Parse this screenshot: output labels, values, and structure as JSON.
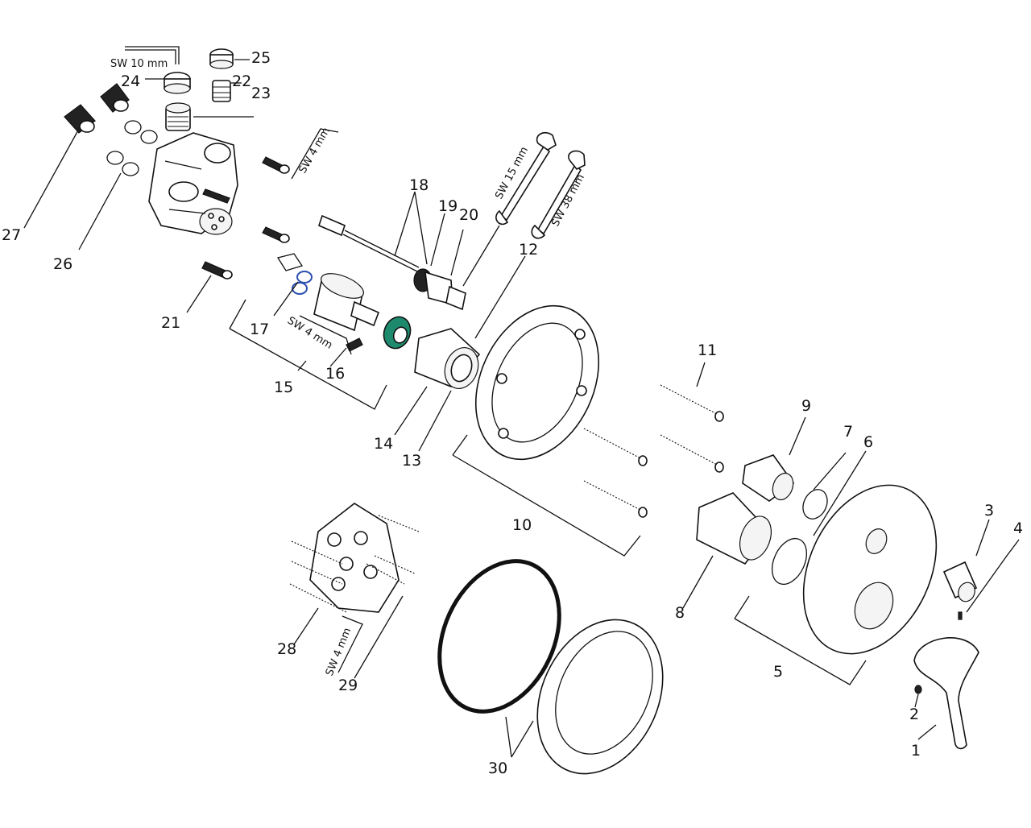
{
  "colors": {
    "line": "#111111",
    "oring_blue": "#2b4fb0",
    "cartridge_nut_green": "#1d8a6e",
    "background": "#ffffff"
  },
  "part_labels": {
    "p1": "1",
    "p2": "2",
    "p3": "3",
    "p4": "4",
    "p5": "5",
    "p6": "6",
    "p7": "7",
    "p8": "8",
    "p9": "9",
    "p10": "10",
    "p11": "11",
    "p12": "12",
    "p13": "13",
    "p14": "14",
    "p15": "15",
    "p16": "16",
    "p17": "17",
    "p18": "18",
    "p19": "19",
    "p20": "20",
    "p21": "21",
    "p22": "22",
    "p23": "23",
    "p24": "24",
    "p25": "25",
    "p26": "26",
    "p27": "27",
    "p28": "28",
    "p29": "29",
    "p30": "30"
  },
  "tool_labels": {
    "sw10": "SW 10 mm",
    "sw4_top": "SW 4 mm",
    "sw4_mid": "SW 4 mm",
    "sw4_bottom": "SW 4 mm",
    "sw15": "SW 15 mm",
    "sw38": "SW 38 mm"
  }
}
